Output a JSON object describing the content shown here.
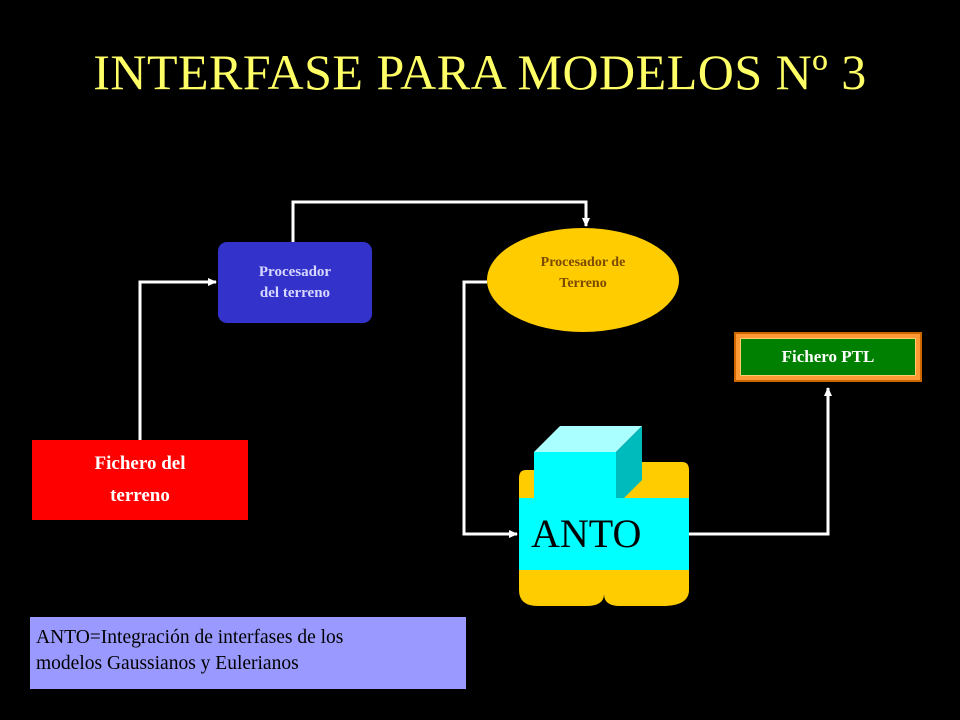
{
  "title": "INTERFASE PARA MODELOS Nº 3",
  "nodes": {
    "procesador_terreno_rect": {
      "line1": "Procesador",
      "line2": "del terreno"
    },
    "procesador_terreno_ellipse": {
      "line1": "Procesador de",
      "line2": "Terreno"
    },
    "fichero_ptl": {
      "label": "Fichero PTL"
    },
    "fichero_terreno": {
      "line1": "Fichero del",
      "line2": "terreno"
    },
    "anto": {
      "label": "ANTO"
    }
  },
  "note": {
    "line1": "ANTO=Integración de interfases de los",
    "line2": "modelos Gaussianos y Eulerianos"
  },
  "colors": {
    "background": "#000000",
    "title": "#ffff66",
    "connector": "#ffffff",
    "procesador_rect": "#3333cc",
    "procesador_ellipse": "#ffcc00",
    "fichero_ptl": "#008000",
    "fichero_terreno": "#ff0000",
    "anto_cylinder": "#ffcc00",
    "anto_cube": "#00ffff",
    "note": "#9999ff"
  }
}
